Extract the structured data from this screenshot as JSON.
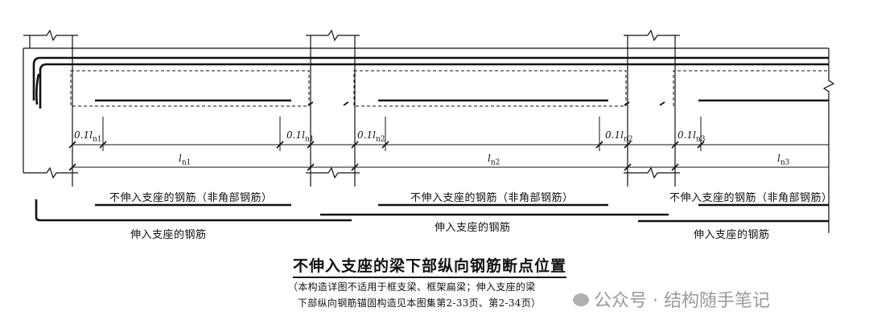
{
  "labels": {
    "non_anchored": "不伸入支座的钢筋（非角部钢筋）",
    "anchored": "伸入支座的钢筋",
    "dim_prefix": "0.1",
    "dim_l": "l",
    "n1": "n1",
    "n2": "n2",
    "n3": "n3"
  },
  "title": "不伸入支座的梁下部纵向钢筋断点位置",
  "note": {
    "line1": "（本构造详图不适用于框支梁、框架扁梁；伸入支座的梁",
    "line2": "下部纵向钢筋锚固构造见本图集第2-33页、第2-34页）"
  },
  "watermark": "公众号 · 结构随手笔记"
}
